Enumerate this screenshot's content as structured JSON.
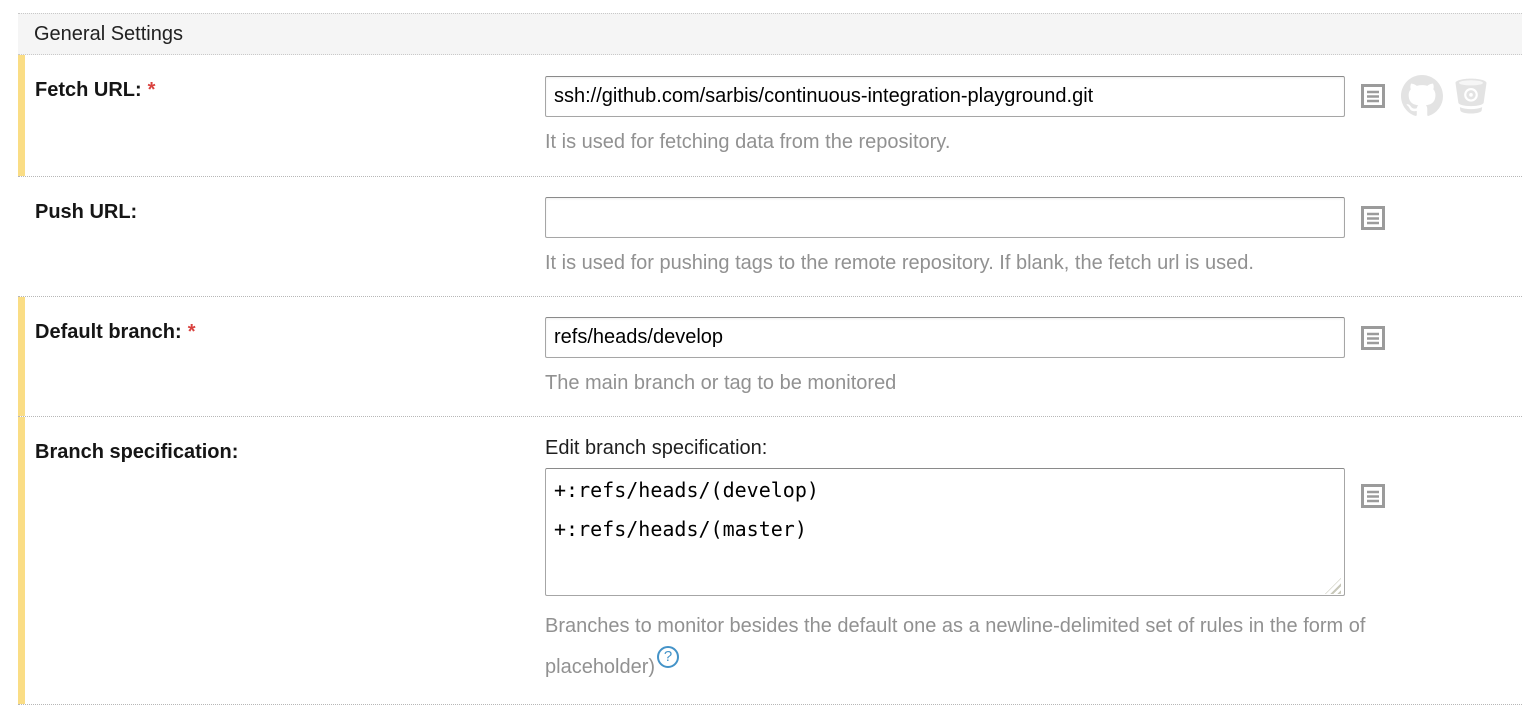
{
  "header": {
    "title": "General Settings"
  },
  "colors": {
    "modified_bar": "#fadd85",
    "helper_text": "#919191",
    "required_star": "#d9423f",
    "help_icon_blue": "#4493c8",
    "header_bg": "#f5f5f5"
  },
  "icons": {
    "parameter": "parameter-list-icon",
    "github": "github-octocat-icon",
    "bitbucket": "bitbucket-bucket-icon",
    "help": "?",
    "resize": "resize-grip-icon"
  },
  "rows": {
    "fetch_url": {
      "label": "Fetch URL:",
      "required": "*",
      "value": "ssh://github.com/sarbis/continuous-integration-playground.git",
      "note": "It is used for fetching data from the repository."
    },
    "push_url": {
      "label": "Push URL:",
      "value": "",
      "note": "It is used for pushing tags to the remote repository. If blank, the fetch url is used."
    },
    "default_branch": {
      "label": "Default branch:",
      "required": "*",
      "value": "refs/heads/develop",
      "note": "The main branch or tag to be monitored"
    },
    "branch_spec": {
      "label": "Branch specification:",
      "edit_label": "Edit branch specification:",
      "value": "+:refs/heads/(develop)\n+:refs/heads/(master)",
      "note_line1": "Branches to monitor besides the default one as a newline-delimited set of rules in the form of",
      "note_line2": "placeholder)",
      "help_glyph": "?"
    }
  }
}
